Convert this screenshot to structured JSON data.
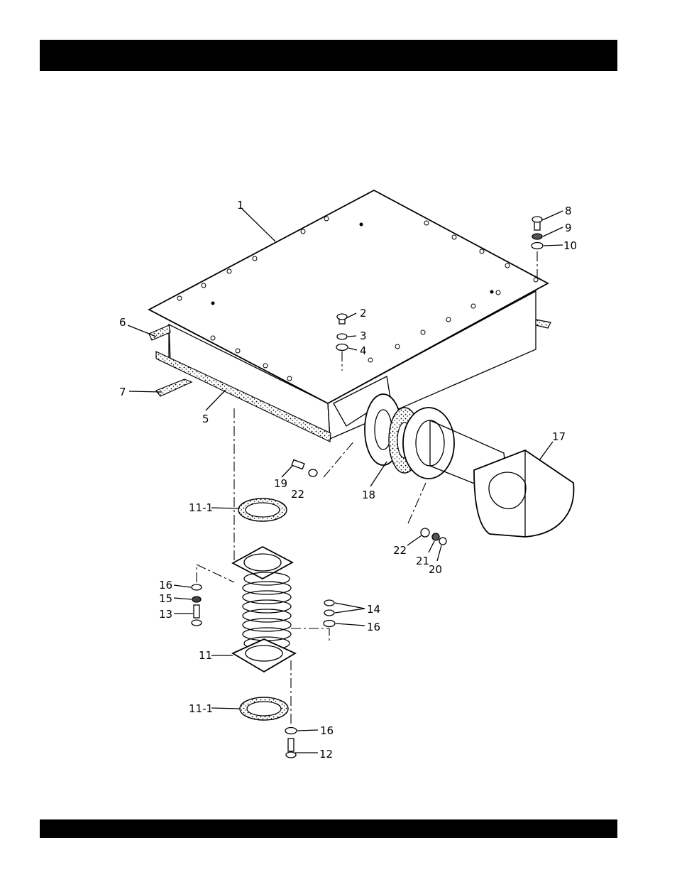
{
  "callouts": {
    "c1": "1",
    "c2": "2",
    "c3": "3",
    "c4": "4",
    "c5": "5",
    "c6": "6",
    "c7": "7",
    "c8": "8",
    "c9": "9",
    "c10": "10",
    "c11a": "11-1",
    "c11": "11",
    "c11b": "11-1",
    "c12": "12",
    "c13": "13",
    "c14": "14",
    "c15": "15",
    "c16a": "16",
    "c16b": "16",
    "c16c": "16",
    "c17": "17",
    "c18": "18",
    "c19": "19",
    "c20": "20",
    "c21": "21",
    "c22a": "22",
    "c22b": "22"
  }
}
